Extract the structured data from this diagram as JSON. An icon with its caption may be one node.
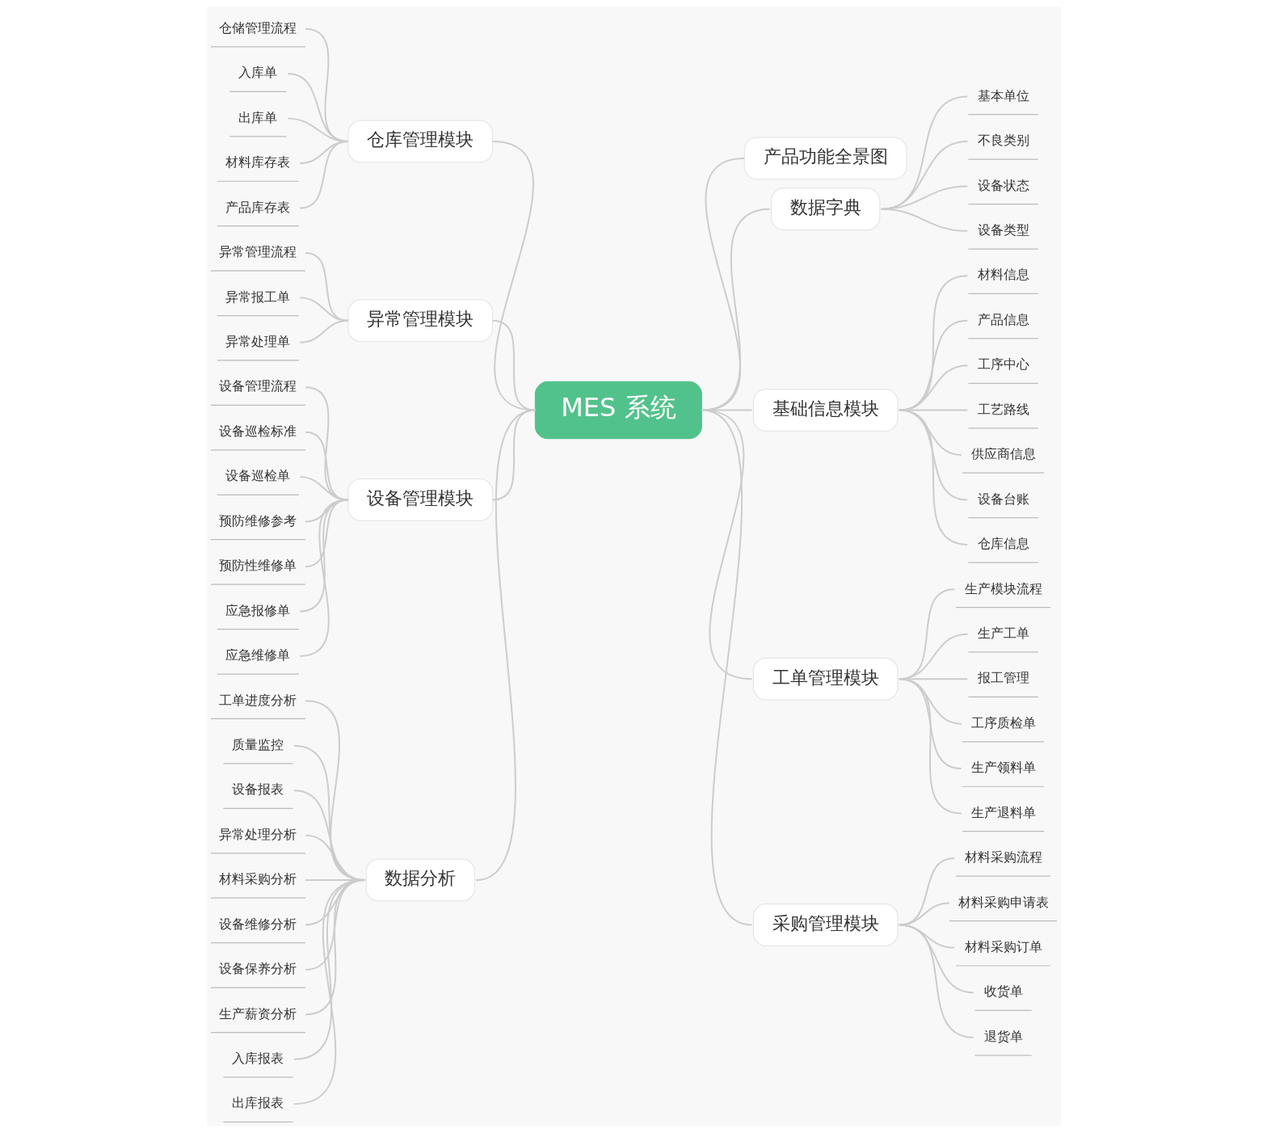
{
  "diagram": {
    "nodes": [
      {
        "text": [
          "MES 系统"
        ]
      },
      {
        "text": [
          "仓库管理模块"
        ]
      },
      {
        "text": [
          "仓储管理流程"
        ]
      },
      {
        "text": [
          "入库单"
        ]
      },
      {
        "text": [
          "出库单"
        ]
      },
      {
        "text": [
          "材料库存表"
        ]
      },
      {
        "text": [
          "产品库存表"
        ]
      },
      {
        "text": [
          "异常管理模块"
        ]
      },
      {
        "text": [
          "异常管理流程"
        ]
      },
      {
        "text": [
          "异常报工单"
        ]
      },
      {
        "text": [
          "异常处理单"
        ]
      },
      {
        "text": [
          "设备管理模块"
        ]
      },
      {
        "text": [
          "设备管理流程"
        ]
      },
      {
        "text": [
          "设备巡检标准"
        ]
      },
      {
        "text": [
          "设备巡检单"
        ]
      },
      {
        "text": [
          "预防维修参考"
        ]
      },
      {
        "text": [
          "预防性维修单"
        ]
      },
      {
        "text": [
          "应急报修单"
        ]
      },
      {
        "text": [
          "应急维修单"
        ]
      },
      {
        "text": [
          "数据分析"
        ]
      },
      {
        "text": [
          "工单进度分析"
        ]
      },
      {
        "text": [
          "质量监控"
        ]
      },
      {
        "text": [
          "设备报表"
        ]
      },
      {
        "text": [
          "异常处理分析"
        ]
      },
      {
        "text": [
          "材料采购分析"
        ]
      },
      {
        "text": [
          "设备维修分析"
        ]
      },
      {
        "text": [
          "设备保养分析"
        ]
      },
      {
        "text": [
          "生产薪资分析"
        ]
      },
      {
        "text": [
          "入库报表"
        ]
      },
      {
        "text": [
          "出库报表"
        ]
      },
      {
        "text": [
          "产品功能全景图"
        ]
      },
      {
        "text": [
          "数据字典"
        ]
      },
      {
        "text": [
          "基本单位"
        ]
      },
      {
        "text": [
          "不良类别"
        ]
      },
      {
        "text": [
          "设备状态"
        ]
      },
      {
        "text": [
          "设备类型"
        ]
      },
      {
        "text": [
          "基础信息模块"
        ]
      },
      {
        "text": [
          "材料信息"
        ]
      },
      {
        "text": [
          "产品信息"
        ]
      },
      {
        "text": [
          "工序中心"
        ]
      },
      {
        "text": [
          "工艺路线"
        ]
      },
      {
        "text": [
          "供应商信息"
        ]
      },
      {
        "text": [
          "设备台账"
        ]
      },
      {
        "text": [
          "仓库信息"
        ]
      },
      {
        "text": [
          "工单管理模块"
        ]
      },
      {
        "text": [
          "生产模块流程"
        ]
      },
      {
        "text": [
          "生产工单"
        ]
      },
      {
        "text": [
          "报工管理"
        ]
      },
      {
        "text": [
          "工序质检单"
        ]
      },
      {
        "text": [
          "生产领料单"
        ]
      },
      {
        "text": [
          "生产退料单"
        ]
      },
      {
        "text": [
          "采购管理模块"
        ]
      },
      {
        "text": [
          "材料采购流程"
        ]
      },
      {
        "text": [
          "材料采购申请表"
        ]
      },
      {
        "text": [
          "材料采购订单"
        ]
      },
      {
        "text": [
          "收货单"
        ]
      },
      {
        "text": [
          "退货单"
        ]
      }
    ],
    "edges": [
      {
        "from": 2,
        "to": 1,
        "arrow": "none"
      },
      {
        "from": 3,
        "to": 1,
        "arrow": "none"
      },
      {
        "from": 4,
        "to": 1,
        "arrow": "none"
      },
      {
        "from": 5,
        "to": 1,
        "arrow": "none"
      },
      {
        "from": 6,
        "to": 1,
        "arrow": "none"
      },
      {
        "from": 1,
        "to": 0,
        "arrow": "none"
      },
      {
        "from": 8,
        "to": 7,
        "arrow": "none"
      },
      {
        "from": 9,
        "to": 7,
        "arrow": "none"
      },
      {
        "from": 10,
        "to": 7,
        "arrow": "none"
      },
      {
        "from": 7,
        "to": 0,
        "arrow": "none"
      },
      {
        "from": 12,
        "to": 11,
        "arrow": "none"
      },
      {
        "from": 13,
        "to": 11,
        "arrow": "none"
      },
      {
        "from": 14,
        "to": 11,
        "arrow": "none"
      },
      {
        "from": 15,
        "to": 11,
        "arrow": "none"
      },
      {
        "from": 16,
        "to": 11,
        "arrow": "none"
      },
      {
        "from": 17,
        "to": 11,
        "arrow": "none"
      },
      {
        "from": 18,
        "to": 11,
        "arrow": "none"
      },
      {
        "from": 11,
        "to": 0,
        "arrow": "none"
      },
      {
        "from": 20,
        "to": 19,
        "arrow": "none"
      },
      {
        "from": 21,
        "to": 19,
        "arrow": "none"
      },
      {
        "from": 22,
        "to": 19,
        "arrow": "none"
      },
      {
        "from": 23,
        "to": 19,
        "arrow": "none"
      },
      {
        "from": 24,
        "to": 19,
        "arrow": "none"
      },
      {
        "from": 25,
        "to": 19,
        "arrow": "none"
      },
      {
        "from": 26,
        "to": 19,
        "arrow": "none"
      },
      {
        "from": 27,
        "to": 19,
        "arrow": "none"
      },
      {
        "from": 28,
        "to": 19,
        "arrow": "none"
      },
      {
        "from": 29,
        "to": 19,
        "arrow": "none"
      },
      {
        "from": 19,
        "to": 0,
        "arrow": "none"
      },
      {
        "from": 0,
        "to": 30,
        "arrow": "none"
      },
      {
        "from": 0,
        "to": 31,
        "arrow": "none"
      },
      {
        "from": 31,
        "to": 32,
        "arrow": "none"
      },
      {
        "from": 31,
        "to": 33,
        "arrow": "none"
      },
      {
        "from": 31,
        "to": 34,
        "arrow": "none"
      },
      {
        "from": 31,
        "to": 35,
        "arrow": "none"
      },
      {
        "from": 0,
        "to": 36,
        "arrow": "none"
      },
      {
        "from": 36,
        "to": 37,
        "arrow": "none"
      },
      {
        "from": 36,
        "to": 38,
        "arrow": "none"
      },
      {
        "from": 36,
        "to": 39,
        "arrow": "none"
      },
      {
        "from": 36,
        "to": 40,
        "arrow": "none"
      },
      {
        "from": 36,
        "to": 41,
        "arrow": "none"
      },
      {
        "from": 36,
        "to": 42,
        "arrow": "none"
      },
      {
        "from": 36,
        "to": 43,
        "arrow": "none"
      },
      {
        "from": 0,
        "to": 44,
        "arrow": "none"
      },
      {
        "from": 44,
        "to": 45,
        "arrow": "none"
      },
      {
        "from": 44,
        "to": 46,
        "arrow": "none"
      },
      {
        "from": 44,
        "to": 47,
        "arrow": "none"
      },
      {
        "from": 44,
        "to": 48,
        "arrow": "none"
      },
      {
        "from": 44,
        "to": 49,
        "arrow": "none"
      },
      {
        "from": 44,
        "to": 50,
        "arrow": "none"
      },
      {
        "from": 0,
        "to": 51,
        "arrow": "none"
      },
      {
        "from": 51,
        "to": 52,
        "arrow": "none"
      },
      {
        "from": 51,
        "to": 53,
        "arrow": "none"
      },
      {
        "from": 51,
        "to": 54,
        "arrow": "none"
      },
      {
        "from": 51,
        "to": 55,
        "arrow": "none"
      },
      {
        "from": 51,
        "to": 56,
        "arrow": "none"
      }
    ]
  }
}
